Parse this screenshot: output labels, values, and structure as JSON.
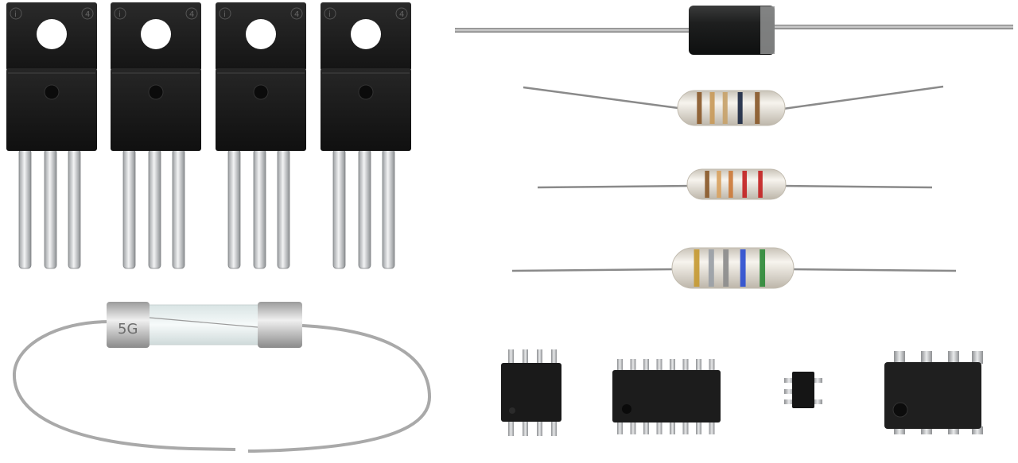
{
  "image": {
    "background": "#ffffff",
    "components": {
      "transistors": {
        "count": 4,
        "body_color": "#1b1b1b",
        "lead_color": "#c9cbcd",
        "tab_markings": [
          "i",
          "4"
        ]
      },
      "diode": {
        "body_color": "#1e1f1f",
        "band_color": "#9a9b9b"
      },
      "resistors": [
        {
          "bands": [
            "#8a5a2b",
            "#c89a5a",
            "#c7a26a",
            "#1d2a44",
            "#8a5a2b"
          ],
          "body_color": "#e7e2d9"
        },
        {
          "bands": [
            "#8a5a2b",
            "#d8a261",
            "#cc7b3b",
            "#c32323",
            "#c32323"
          ],
          "body_color": "#eae5dd"
        },
        {
          "bands": [
            "#c59a33",
            "#9aa0a6",
            "#8c8c8c",
            "#2c4ed0",
            "#2f8a3a"
          ],
          "body_color": "#f1efe9"
        }
      ],
      "fuse": {
        "cap_color": "#c9c9c9",
        "glass_color": "#eef3f3",
        "lead_color": "#bdbdbd",
        "cap_text": "5G"
      },
      "ics": [
        {
          "package": "soic-8",
          "body_color": "#1a1a1a"
        },
        {
          "package": "soic-16",
          "body_color": "#1c1c1c"
        },
        {
          "package": "sot-23-5",
          "body_color": "#151515"
        },
        {
          "package": "dip-8",
          "body_color": "#1f1f1f"
        }
      ]
    }
  }
}
